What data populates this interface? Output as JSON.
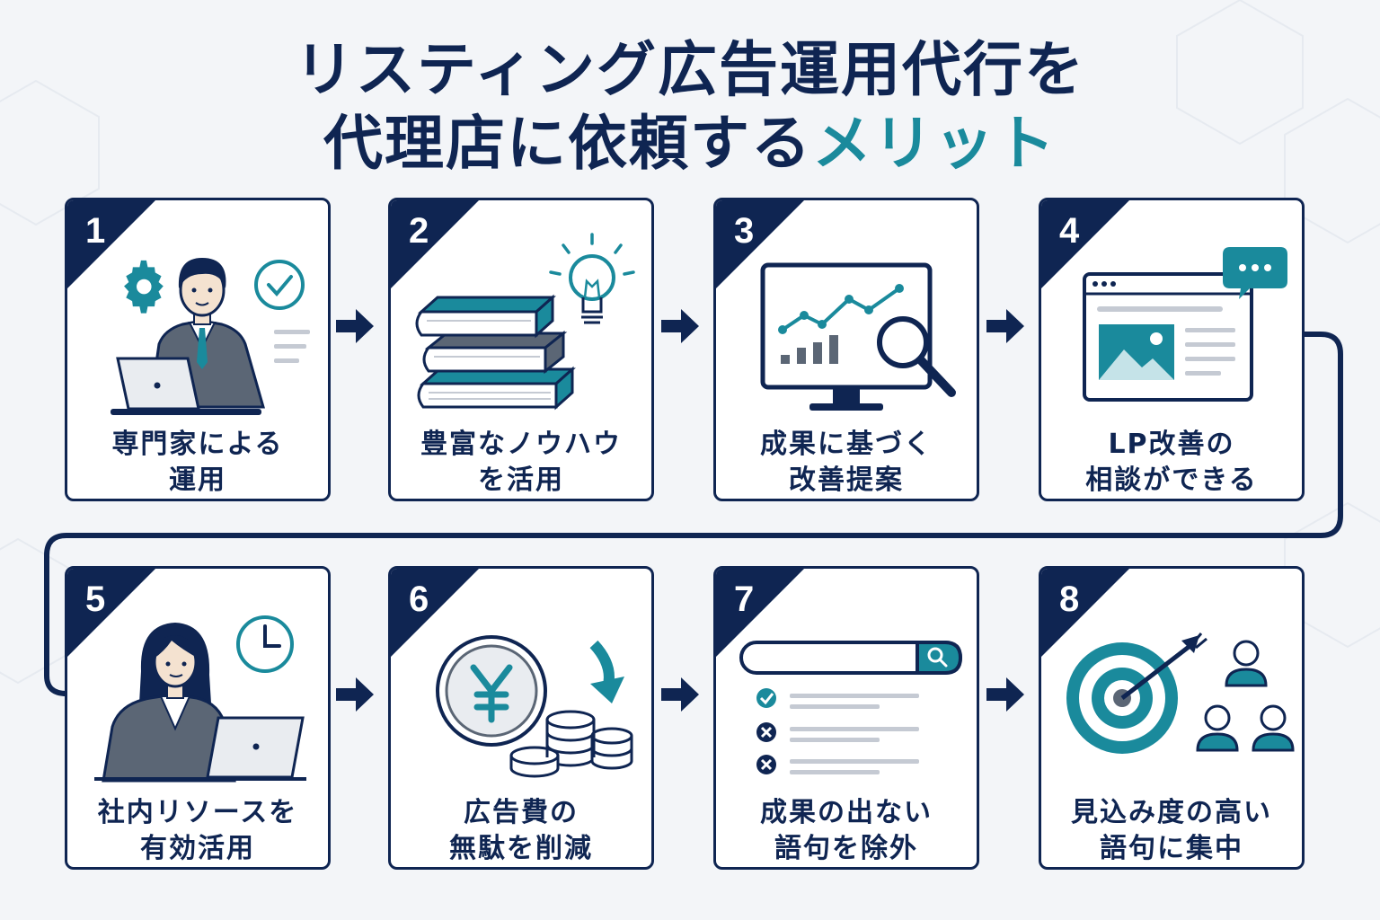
{
  "title": {
    "line1": "リスティング広告運用代行を",
    "line2_main": "代理店に依頼する",
    "line2_accent": "メリット"
  },
  "colors": {
    "navy": "#0f2552",
    "teal": "#1a8a9c",
    "gray": "#5b6675",
    "background": "#f3f5f8"
  },
  "cards": [
    {
      "num": "1",
      "line1": "専門家による",
      "line2": "運用",
      "icon": "businessman-laptop-icon"
    },
    {
      "num": "2",
      "line1": "豊富なノウハウ",
      "line2": "を活用",
      "icon": "books-lightbulb-icon"
    },
    {
      "num": "3",
      "line1": "成果に基づく",
      "line2": "改善提案",
      "icon": "monitor-chart-magnifier-icon"
    },
    {
      "num": "4",
      "line1": "LP改善の",
      "line2": "相談ができる",
      "icon": "webpage-chat-icon"
    },
    {
      "num": "5",
      "line1": "社内リソースを",
      "line2": "有効活用",
      "icon": "businesswoman-clock-icon"
    },
    {
      "num": "6",
      "line1": "広告費の",
      "line2": "無駄を削減",
      "icon": "yen-coins-icon"
    },
    {
      "num": "7",
      "line1": "成果の出ない",
      "line2": "語句を除外",
      "icon": "search-checklist-icon"
    },
    {
      "num": "8",
      "line1": "見込み度の高い",
      "line2": "語句に集中",
      "icon": "target-people-icon"
    }
  ]
}
